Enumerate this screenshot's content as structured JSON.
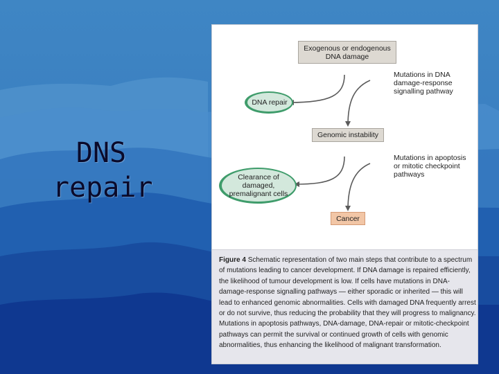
{
  "slide": {
    "title_line1": "DNS",
    "title_line2": "repair"
  },
  "diagram": {
    "top_box": "Exogenous or endogenous\nDNA damage",
    "repair_oval": "DNA repair",
    "middle_box": "Genomic instability",
    "clearance_oval": "Clearance of\ndamaged,\npremalignant cells",
    "cancer_box": "Cancer",
    "note_upper": "Mutations in DNA\ndamage-response\nsignalling pathway",
    "note_lower": "Mutations in apoptosis\nor mitotic checkpoint\npathways"
  },
  "caption": {
    "label": "Figure 4",
    "text": "Schematic representation of two main steps that contribute to a spectrum of mutations leading to cancer development. If DNA damage is repaired efficiently, the likelihood of tumour development is low. If cells have mutations in DNA-damage-response signalling pathways — either sporadic or inherited — this will lead to enhanced genomic abnormalities. Cells with damaged DNA frequently arrest or do not survive, thus reducing the probability that they will progress to malignancy. Mutations in apoptosis pathways, DNA-damage, DNA-repair or mitotic-checkpoint pathways can permit the survival or continued growth of cells with genomic abnormalities, thus enhancing the likelihood of malignant transformation."
  },
  "colors": {
    "sky_top": "#3f86c4",
    "sky_bottom": "#0e2f8c",
    "mountain_light": "#4a8fcb",
    "mountain_dark": "#0b2a82",
    "box_fill": "#ddd9d2",
    "cancer_fill": "#f2c6a6",
    "oval_fill": "#d3e8dc",
    "oval_border": "#3f9c6b"
  }
}
